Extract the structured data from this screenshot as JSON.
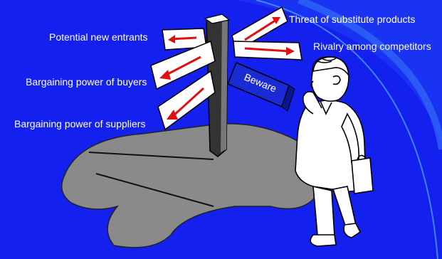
{
  "slide": {
    "forces": {
      "substitutes": "Threat of substitute products",
      "new_entrants": "Potential new entrants",
      "rivalry": "Rivalry among competitors",
      "buyers": "Bargaining power of buyers",
      "suppliers": "Bargaining power of suppliers"
    },
    "sign_text": "Beware"
  },
  "colors": {
    "background": "#1420ee",
    "arc": "#3a86ff",
    "shadow": "#8a8a8a",
    "sign_blue": "#1a2bd6",
    "arrow_red": "#e01010"
  }
}
